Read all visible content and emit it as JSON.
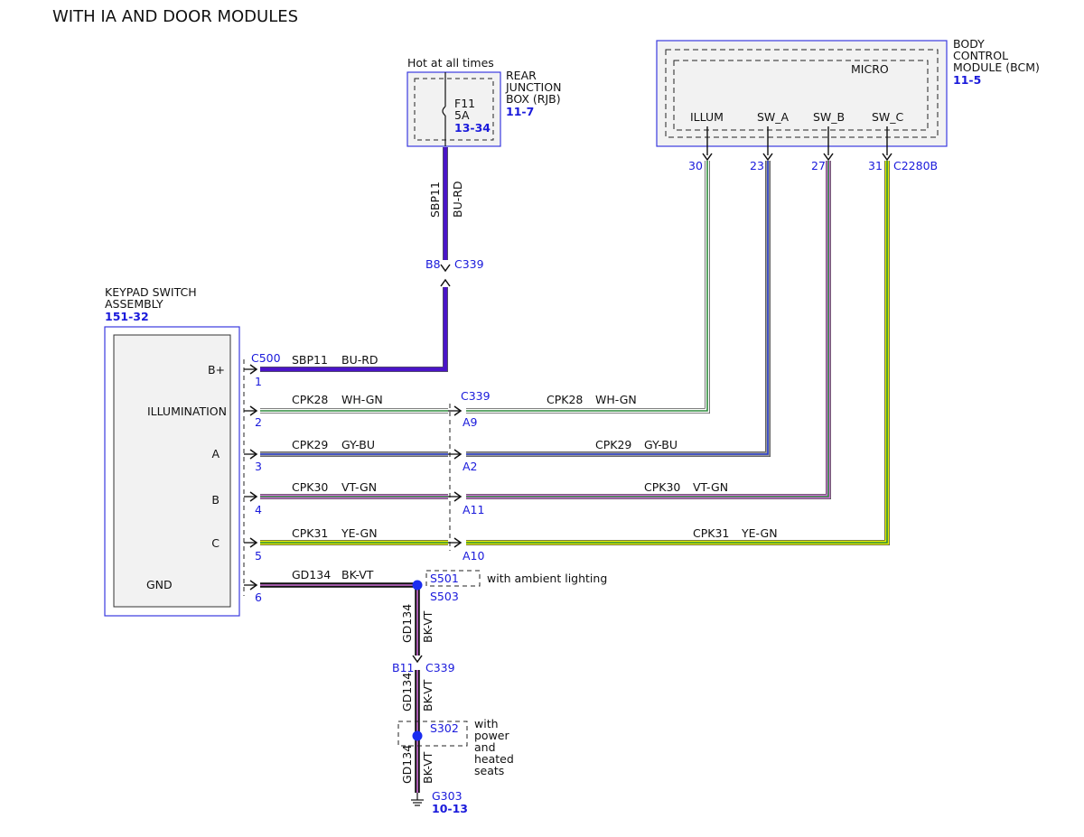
{
  "title": "WITH IA AND DOOR MODULES",
  "colors": {
    "outline_blue": "#3a3ae0",
    "ref_blue": "#1a1adb",
    "box_fill": "#f2f2f2",
    "splice_blue": "#1a2df0",
    "bu_rd": "#4a14c8",
    "wh": "#ffffff",
    "gn": "#2e8b3c",
    "gy": "#9a9a9a",
    "bu": "#2a3fd0",
    "vt": "#d070d8",
    "ye": "#e6ee00",
    "bk": "#111111",
    "wire_edge": "#555555"
  },
  "bcm": {
    "name_lines": [
      "BODY",
      "CONTROL",
      "MODULE (BCM)"
    ],
    "ref": "11-5",
    "micro": "MICRO",
    "connector": "C2280B",
    "pins": [
      {
        "label": "ILLUM",
        "pin": "30"
      },
      {
        "label": "SW_A",
        "pin": "23"
      },
      {
        "label": "SW_B",
        "pin": "27"
      },
      {
        "label": "SW_C",
        "pin": "31"
      }
    ]
  },
  "rjb": {
    "name_lines": [
      "REAR",
      "JUNCTION",
      "BOX (RJB)"
    ],
    "ref": "11-7",
    "hot_label": "Hot at all times",
    "fuse": "F11",
    "amps": "5A",
    "fuse_ref": "13-34"
  },
  "rjb_wire": {
    "circuit": "SBP11",
    "color": "BU-RD"
  },
  "c339_top": {
    "pin": "B8",
    "name": "C339"
  },
  "keypad": {
    "name_lines": [
      "KEYPAD SWITCH",
      "ASSEMBLY"
    ],
    "ref": "151-32",
    "connector": "C500",
    "pins": [
      {
        "label": "B+",
        "pin": "1"
      },
      {
        "label": "ILLUMINATION",
        "pin": "2"
      },
      {
        "label": "A",
        "pin": "3"
      },
      {
        "label": "B",
        "pin": "4"
      },
      {
        "label": "C",
        "pin": "5"
      },
      {
        "label": "GND",
        "pin": "6"
      }
    ]
  },
  "c339_mid": {
    "name": "C339",
    "pins": [
      "A9",
      "A2",
      "A11",
      "A10"
    ]
  },
  "wires": [
    {
      "circuit": "SBP11",
      "color": "BU-RD"
    },
    {
      "circuit": "CPK28",
      "color": "WH-GN"
    },
    {
      "circuit": "CPK29",
      "color": "GY-BU"
    },
    {
      "circuit": "CPK30",
      "color": "VT-GN"
    },
    {
      "circuit": "CPK31",
      "color": "YE-GN"
    },
    {
      "circuit": "GD134",
      "color": "BK-VT"
    }
  ],
  "s501": {
    "name": "S501",
    "note": "with ambient lighting"
  },
  "s503": {
    "name": "S503"
  },
  "gnd_wire": {
    "circuit": "GD134",
    "color": "BK-VT"
  },
  "c339_bot": {
    "pin": "B11",
    "name": "C339"
  },
  "s302": {
    "name": "S302",
    "note_lines": [
      "with",
      "power",
      "and",
      "heated",
      "seats"
    ]
  },
  "g303": {
    "name": "G303",
    "ref": "10-13"
  }
}
